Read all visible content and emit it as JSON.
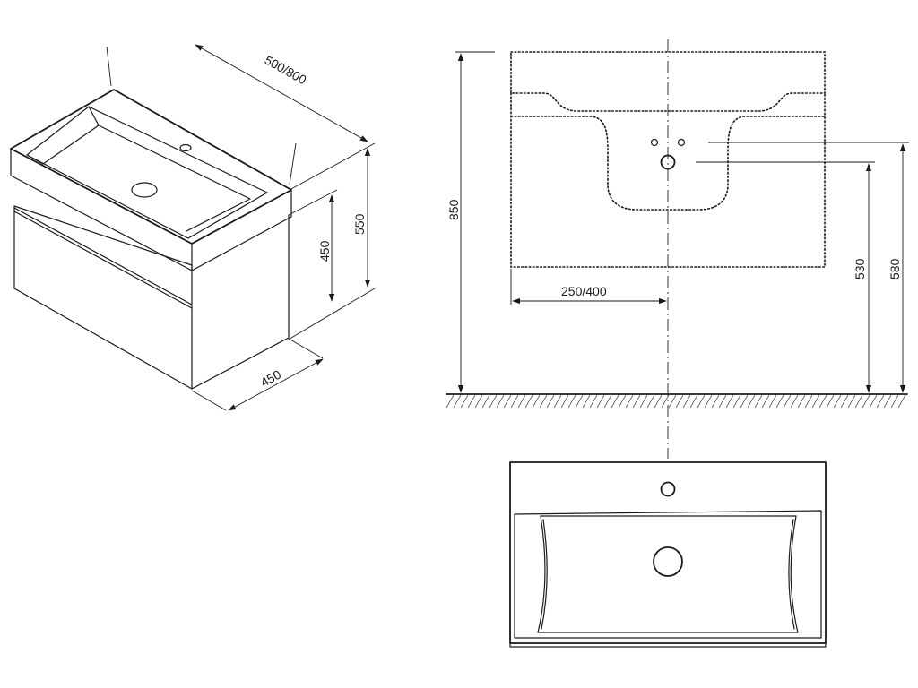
{
  "diagram": {
    "dimensions": {
      "iso_length": "500/800",
      "iso_height_total": "550",
      "iso_height_cabinet": "450",
      "iso_depth": "450",
      "front_total_height": "850",
      "front_half_width": "250/400",
      "front_drain_height": "530",
      "front_tap_height": "580"
    }
  }
}
